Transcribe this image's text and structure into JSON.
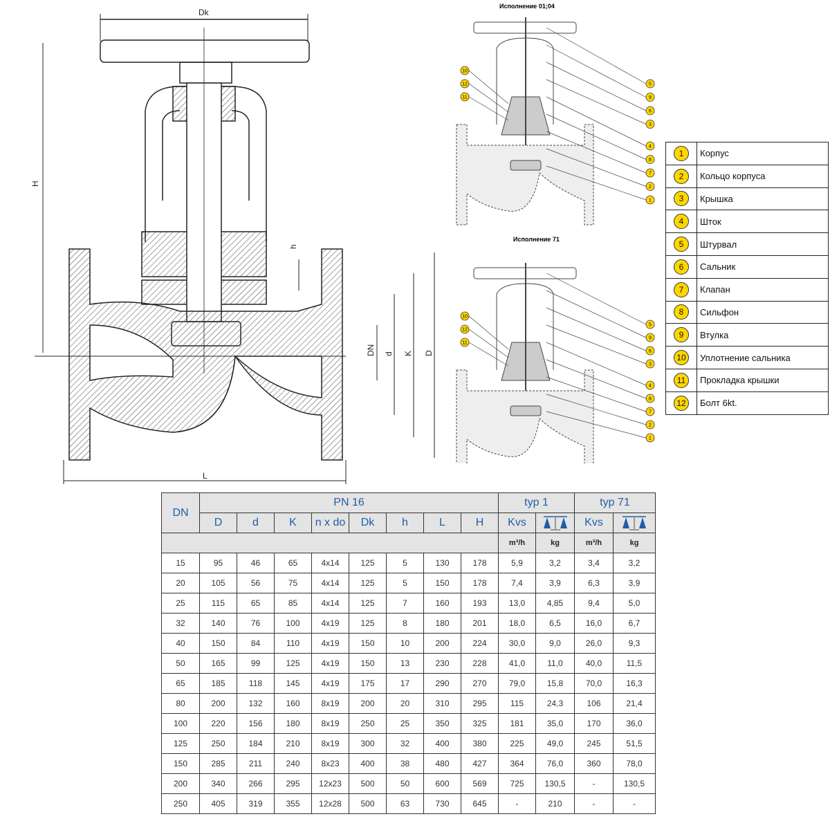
{
  "main_drawing": {
    "labels": {
      "dk": "Dk",
      "h_total": "H",
      "dn": "DN",
      "d": "d",
      "k": "K",
      "d_outer": "D",
      "l": "L",
      "h_stroke": "h"
    }
  },
  "variants": [
    {
      "caption": "Исполнение 01;04",
      "callouts_left": [
        "10",
        "12",
        "11"
      ],
      "callouts_right": [
        "5",
        "9",
        "6",
        "3",
        "4",
        "8",
        "7",
        "2",
        "1"
      ]
    },
    {
      "caption": "Исполнение 71",
      "callouts_left": [
        "10",
        "12",
        "11"
      ],
      "callouts_right": [
        "5",
        "9",
        "6",
        "3",
        "4",
        "8",
        "7",
        "2",
        "1"
      ]
    }
  ],
  "legend": [
    {
      "num": "1",
      "label": "Корпус"
    },
    {
      "num": "2",
      "label": "Кольцо корпуса"
    },
    {
      "num": "3",
      "label": "Крышка"
    },
    {
      "num": "4",
      "label": "Шток"
    },
    {
      "num": "5",
      "label": "Штурвал"
    },
    {
      "num": "6",
      "label": "Сальник"
    },
    {
      "num": "7",
      "label": "Клапан"
    },
    {
      "num": "8",
      "label": "Сильфон"
    },
    {
      "num": "9",
      "label": "Втулка"
    },
    {
      "num": "10",
      "label": "Уплотнение сальника"
    },
    {
      "num": "11",
      "label": "Прокладка крышки"
    },
    {
      "num": "12",
      "label": "Болт 6kt."
    }
  ],
  "table": {
    "dn_header": "DN",
    "pn_header": "PN 16",
    "typ1_header": "typ  1",
    "typ71_header": "typ 71",
    "columns": [
      "D",
      "d",
      "K",
      "n x do",
      "Dk",
      "h",
      "L",
      "H",
      "Kvs",
      "Kvs"
    ],
    "units": {
      "kvs": "m³/h",
      "kg": "kg"
    },
    "rows": [
      [
        "15",
        "95",
        "46",
        "65",
        "4x14",
        "125",
        "5",
        "130",
        "178",
        "5,9",
        "3,2",
        "3,4",
        "3,2"
      ],
      [
        "20",
        "105",
        "56",
        "75",
        "4x14",
        "125",
        "5",
        "150",
        "178",
        "7,4",
        "3,9",
        "6,3",
        "3,9"
      ],
      [
        "25",
        "115",
        "65",
        "85",
        "4x14",
        "125",
        "7",
        "160",
        "193",
        "13,0",
        "4,85",
        "9,4",
        "5,0"
      ],
      [
        "32",
        "140",
        "76",
        "100",
        "4x19",
        "125",
        "8",
        "180",
        "201",
        "18,0",
        "6,5",
        "16,0",
        "6,7"
      ],
      [
        "40",
        "150",
        "84",
        "110",
        "4x19",
        "150",
        "10",
        "200",
        "224",
        "30,0",
        "9,0",
        "26,0",
        "9,3"
      ],
      [
        "50",
        "165",
        "99",
        "125",
        "4x19",
        "150",
        "13",
        "230",
        "228",
        "41,0",
        "11,0",
        "40,0",
        "11,5"
      ],
      [
        "65",
        "185",
        "118",
        "145",
        "4x19",
        "175",
        "17",
        "290",
        "270",
        "79,0",
        "15,8",
        "70,0",
        "16,3"
      ],
      [
        "80",
        "200",
        "132",
        "160",
        "8x19",
        "200",
        "20",
        "310",
        "295",
        "115",
        "24,3",
        "106",
        "21,4"
      ],
      [
        "100",
        "220",
        "156",
        "180",
        "8x19",
        "250",
        "25",
        "350",
        "325",
        "181",
        "35,0",
        "170",
        "36,0"
      ],
      [
        "125",
        "250",
        "184",
        "210",
        "8x19",
        "300",
        "32",
        "400",
        "380",
        "225",
        "49,0",
        "245",
        "51,5"
      ],
      [
        "150",
        "285",
        "211",
        "240",
        "8x23",
        "400",
        "38",
        "480",
        "427",
        "364",
        "76,0",
        "360",
        "78,0"
      ],
      [
        "200",
        "340",
        "266",
        "295",
        "12x23",
        "500",
        "50",
        "600",
        "569",
        "725",
        "130,5",
        "-",
        "130,5"
      ],
      [
        "250",
        "405",
        "319",
        "355",
        "12x28",
        "500",
        "63",
        "730",
        "645",
        "-",
        "210",
        "-",
        "-"
      ]
    ]
  }
}
